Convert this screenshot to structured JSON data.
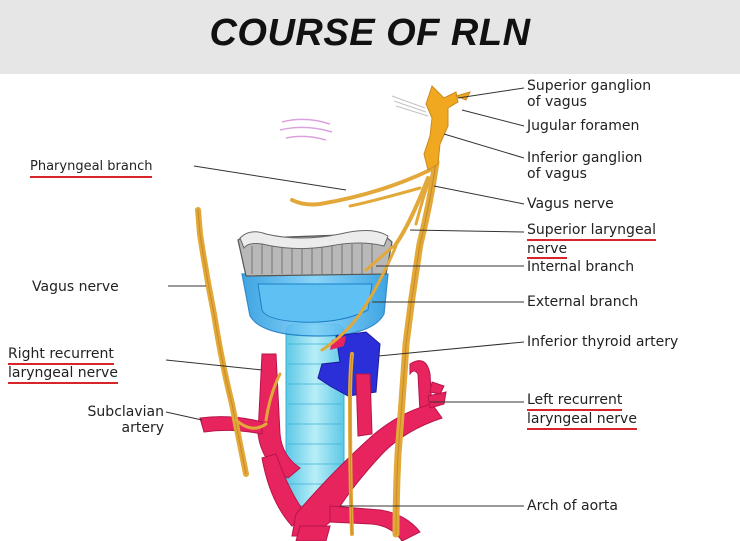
{
  "title": "COURSE OF RLN",
  "labels": {
    "superior_ganglion": [
      "Superior ganglion",
      "of vagus"
    ],
    "jugular_foramen": "Jugular foramen",
    "inferior_ganglion": [
      "Inferior ganglion",
      "of vagus"
    ],
    "vagus_nerve_right": "Vagus nerve",
    "superior_laryngeal": [
      "Superior laryngeal",
      "nerve"
    ],
    "internal_branch": "Internal branch",
    "external_branch": "External branch",
    "inferior_thyroid": "Inferior thyroid artery",
    "left_recurrent": [
      "Left recurrent",
      "laryngeal nerve"
    ],
    "arch_of_aorta": "Arch of aorta",
    "pharyngeal_branch": "Pharyngeal branch",
    "vagus_nerve_left": "Vagus nerve",
    "right_recurrent": [
      "Right recurrent",
      "laryngeal nerve"
    ],
    "subclavian": [
      "Subclavian",
      "artery"
    ]
  },
  "colors": {
    "nerve": "#e2a93a",
    "artery": "#e8245e",
    "trachea": "#7fd8ec",
    "thyroid_cartilage": "#8a8a8a",
    "cricoid": "#3fb0f0",
    "thyroid_artery_block": "#2b2fd8",
    "underline": "#d6262b"
  }
}
